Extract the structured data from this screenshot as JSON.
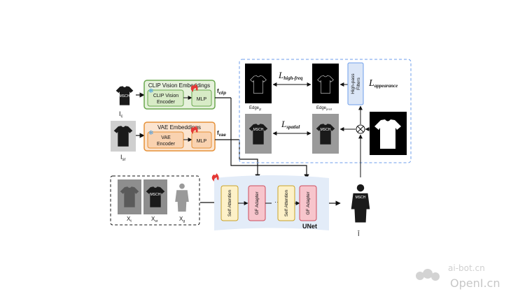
{
  "clip": {
    "group_title": "CLIP Vision Embeddings",
    "encoder_label": [
      "CLIP Vision",
      "Encoder"
    ],
    "mlp_label": "MLP",
    "input_label": "I",
    "input_sub": "c",
    "output_label": "f",
    "output_sub": "clip"
  },
  "vae": {
    "group_title": "VAE Embeddings",
    "encoder_label": [
      "VAE",
      "Encoder"
    ],
    "mlp_label": "MLP",
    "input_label": "I",
    "input_sub": "sr",
    "output_label": "f",
    "output_sub": "vae"
  },
  "garment_print": "MSCH",
  "loss_panel": {
    "edge_gt_label": "Edge",
    "edge_gt_sub": "gt",
    "edge_pred_label": "Edge",
    "edge_pred_sub": "pred",
    "high_freq_loss": "L",
    "high_freq_sub": "high-freq",
    "spatial_loss": "L",
    "spatial_sub": "spatial",
    "appearance_loss": "L",
    "appearance_sub": "appearance",
    "filter_label": [
      "High-pass",
      "Filters"
    ]
  },
  "inputs": {
    "labels": [
      {
        "main": "X",
        "sub": "t"
      },
      {
        "main": "X",
        "sub": "sr"
      },
      {
        "main": "X",
        "sub": "g"
      }
    ]
  },
  "unet": {
    "title": "UNet",
    "blocks": [
      "Self Attention",
      "GF Adapter",
      "Self Attention",
      "GF Adapter"
    ],
    "ellipsis": "…"
  },
  "output": {
    "label": "Î"
  },
  "watermark": {
    "site": "ai-bot.cn",
    "brand": "OpenI.cn"
  },
  "colors": {
    "clip_border": "#6aa84f",
    "clip_fill": "#e6f2dc",
    "vae_border": "#e69138",
    "vae_fill": "#fbe4d0",
    "attention_fill": "#fdf1c8",
    "adapter_fill": "#f7c5cc",
    "filter_fill": "#dbe6f7",
    "dashed_border": "#6d9eeb"
  }
}
